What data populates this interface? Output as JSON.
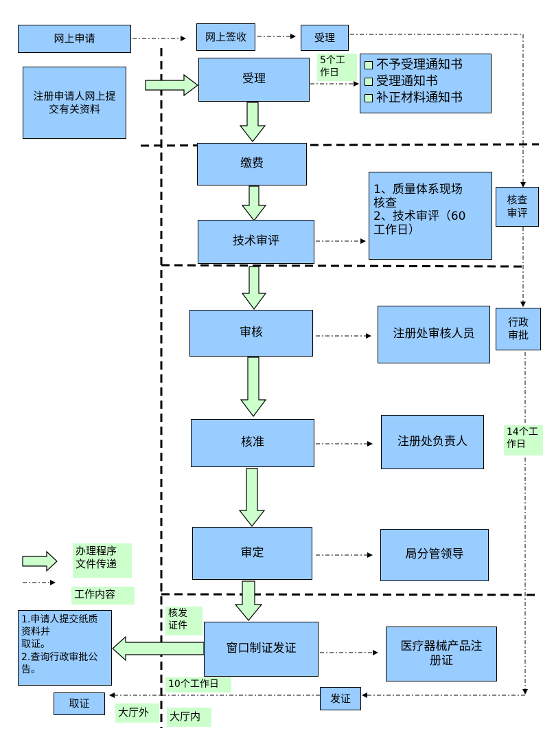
{
  "top": {
    "online_apply": "网上申请",
    "online_receive": "网上签收",
    "accept_top": "受理"
  },
  "applicant_submit": "注册申请人网上提\n交有关资料",
  "steps": {
    "accept": "受理",
    "payment": "缴费",
    "tech_review": "技术审评",
    "audit": "审核",
    "approve": "核准",
    "decide": "审定",
    "window": "窗口制证发证"
  },
  "accept_days": "5个工\n作日",
  "notices": [
    "不予受理通知书",
    "受理通知书",
    "补正材料通知书"
  ],
  "tech_detail": [
    "1、质量体系现场\n核查",
    "2、技术审评（60\n工作日）"
  ],
  "right_col": {
    "inspect_review": "核查\n审评",
    "admin_approval": "行政\n审批",
    "days_14": "14个工\n作日"
  },
  "roles": {
    "audit_staff": "注册处审核人员",
    "head": "注册处负责人",
    "bureau_leader": "局分管领导"
  },
  "certificate": "医疗器械产品注\n册证",
  "issue_cert_note": "核发\n证件",
  "days_10": "10个工作日",
  "issue": "发证",
  "pickup_box": {
    "line1": "1.申请人提交纸质\n资料并\n取证。",
    "line2": "2.查询行政审批公\n告。"
  },
  "take_cert": "取证",
  "outside_hall": "大厅外",
  "inside_hall": "大厅内",
  "legend": {
    "procedure": "办理程序\n文件传递",
    "work_content": "工作内容"
  },
  "colors": {
    "box_fill": "#99ccff",
    "note_fill": "#ccffcc",
    "arrow_fill": "#ccffcc"
  }
}
